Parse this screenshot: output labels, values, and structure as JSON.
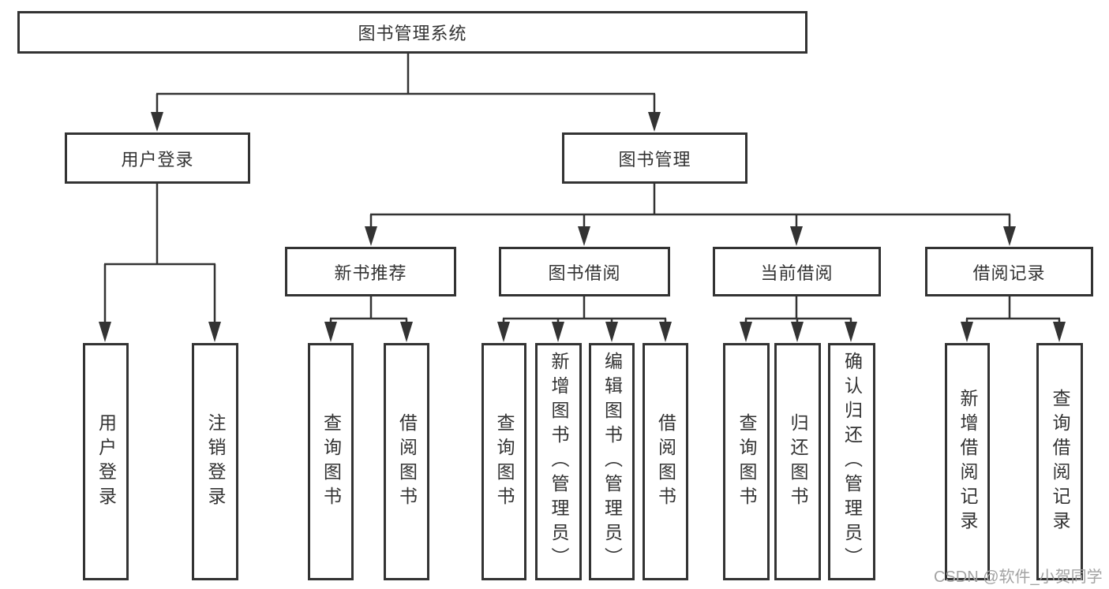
{
  "diagram": {
    "colors": {
      "line": "#333333",
      "text": "#333333",
      "box_fill": "#ffffff",
      "watermark": "#a3a3a3"
    },
    "tree": {
      "label": "图书管理系统",
      "children": [
        {
          "label": "用户登录",
          "children": [
            {
              "label": "用户登录"
            },
            {
              "label": "注销登录"
            }
          ]
        },
        {
          "label": "图书管理",
          "children": [
            {
              "label": "新书推荐",
              "children": [
                {
                  "label": "查询图书"
                },
                {
                  "label": "借阅图书"
                }
              ]
            },
            {
              "label": "图书借阅",
              "children": [
                {
                  "label": "查询图书"
                },
                {
                  "label": "新增图书（管理员）"
                },
                {
                  "label": "编辑图书（管理员）"
                },
                {
                  "label": "借阅图书"
                }
              ]
            },
            {
              "label": "当前借阅",
              "children": [
                {
                  "label": "查询图书"
                },
                {
                  "label": "归还图书"
                },
                {
                  "label": "确认归还（管理员）"
                }
              ]
            },
            {
              "label": "借阅记录",
              "children": [
                {
                  "label": "新增借阅记录"
                },
                {
                  "label": "查询借阅记录"
                }
              ]
            }
          ]
        }
      ]
    },
    "watermark": "CSDN @软件_小贺同学"
  }
}
